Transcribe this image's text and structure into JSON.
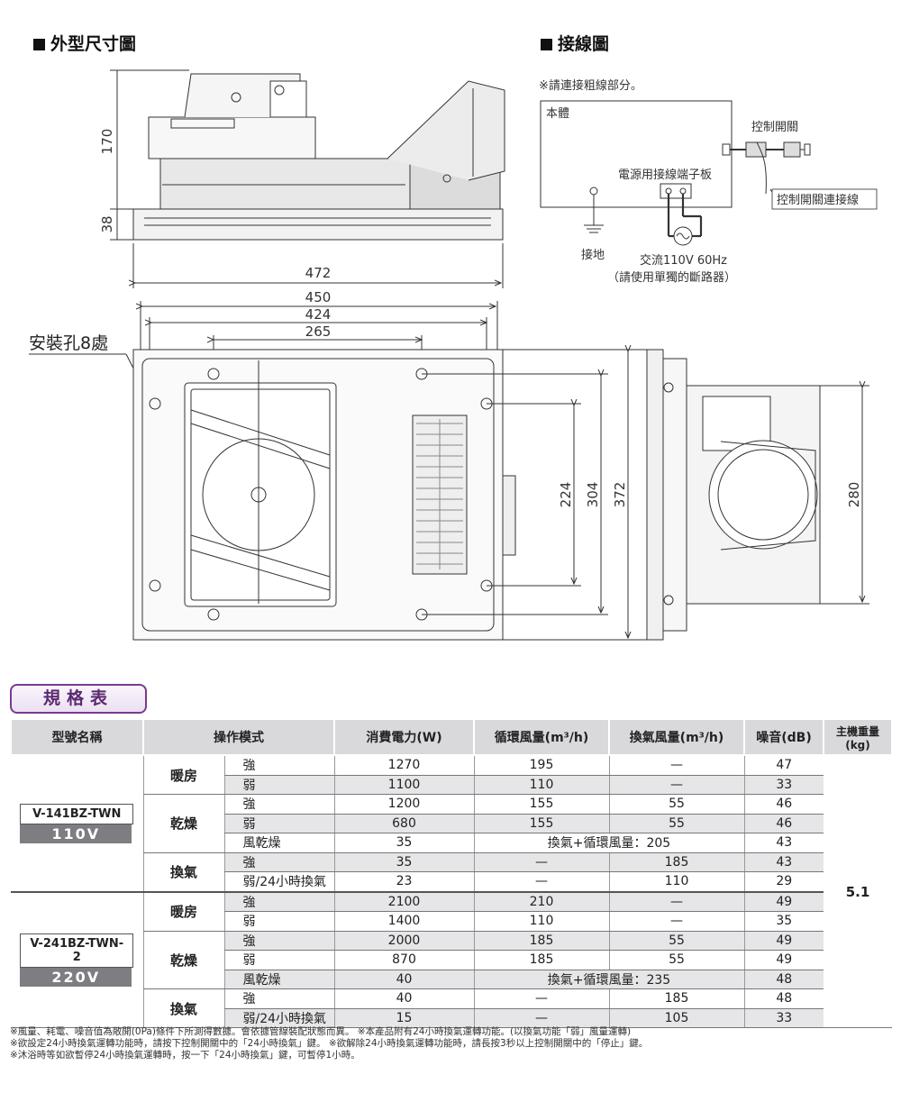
{
  "sections": {
    "dimensions_title": "外型尺寸圖",
    "wiring_title": "接線圖"
  },
  "dimensions": {
    "mount_holes": "安裝孔8處",
    "d170": "170",
    "d38": "38",
    "d472": "472",
    "d450": "450",
    "d424": "424",
    "d265": "265",
    "d224": "224",
    "d304": "304",
    "d372": "372",
    "d280": "280"
  },
  "wiring": {
    "note": "※請連接粗線部分。",
    "body": "本體",
    "control_switch": "控制開關",
    "terminal_board": "電源用接線端子板",
    "switch_wire": "控制開關連接線",
    "ground": "接地",
    "ac": "交流110V 60Hz",
    "breaker": "（請使用單獨的斷路器）"
  },
  "spec": {
    "title": "規格表",
    "headers": {
      "model": "型號名稱",
      "mode": "操作模式",
      "power": "消費電力(W)",
      "circ": "循環風量(m³/h)",
      "exh": "換氣風量(m³/h)",
      "noise": "噪音(dB)",
      "weight": "主機重量(kg)"
    },
    "models": [
      {
        "name": "V-141BZ-TWN",
        "volt": "110V"
      },
      {
        "name": "V-241BZ-TWN-2",
        "volt": "220V"
      }
    ],
    "modes": {
      "heat": "暖房",
      "dry": "乾燥",
      "vent": "換氣"
    },
    "weight": "5.1",
    "rows": [
      [
        "強",
        "1270",
        "195",
        "—",
        "47"
      ],
      [
        "弱",
        "1100",
        "110",
        "—",
        "33"
      ],
      [
        "強",
        "1200",
        "155",
        "55",
        "46"
      ],
      [
        "弱",
        "680",
        "155",
        "55",
        "46"
      ],
      [
        "風乾燥",
        "35",
        "換氣+循環風量：205",
        "",
        "43"
      ],
      [
        "強",
        "35",
        "—",
        "185",
        "43"
      ],
      [
        "弱/24小時換氣",
        "23",
        "—",
        "110",
        "29"
      ],
      [
        "強",
        "2100",
        "210",
        "—",
        "49"
      ],
      [
        "弱",
        "1400",
        "110",
        "—",
        "35"
      ],
      [
        "強",
        "2000",
        "185",
        "55",
        "49"
      ],
      [
        "弱",
        "870",
        "185",
        "55",
        "49"
      ],
      [
        "風乾燥",
        "40",
        "換氣+循環風量：235",
        "",
        "48"
      ],
      [
        "強",
        "40",
        "—",
        "185",
        "48"
      ],
      [
        "弱/24小時換氣",
        "15",
        "—",
        "105",
        "33"
      ]
    ]
  },
  "notes": [
    "※風量、耗電、噪音值為敞開(0Pa)條件下所測得數據。會依據管線裝配狀態而異。 ※本產品附有24小時換氣運轉功能。(以換氣功能「弱」風量運轉)",
    "※欲設定24小時換氣運轉功能時，請按下控制開關中的「24小時換氣」鍵。 ※欲解除24小時換氣運轉功能時，請長按3秒以上控制開關中的「停止」鍵。",
    "※沐浴時等如欲暫停24小時換氣運轉時，按一下「24小時換氣」鍵，可暫停1小時。"
  ]
}
